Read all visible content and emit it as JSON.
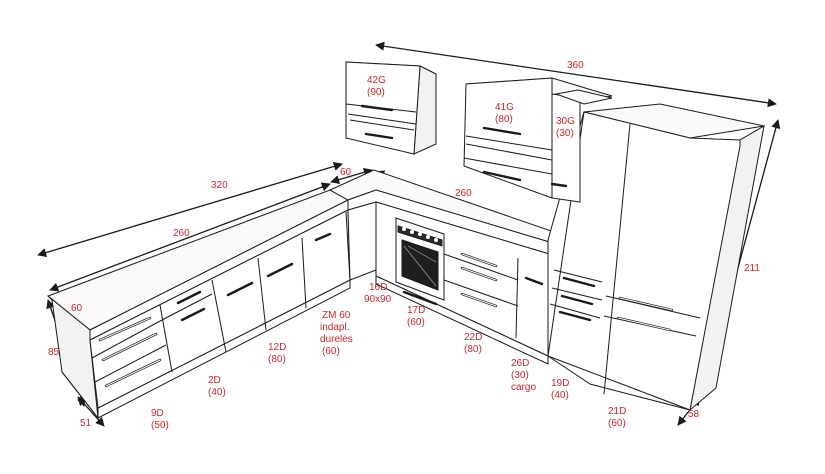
{
  "colors": {
    "label": "#d0262b",
    "outline": "#1a1a1a"
  },
  "dimensions": {
    "d360": "360",
    "d320": "320",
    "d260_left": "260",
    "d60_corner": "60",
    "d260_right": "260",
    "d211": "211",
    "d85": "85",
    "d60_depth": "60",
    "d51": "51",
    "d58": "58"
  },
  "labels": {
    "c42g": {
      "code": "42G",
      "size": "(90)"
    },
    "c41g": {
      "code": "41G",
      "size": "(80)"
    },
    "c30g": {
      "code": "30G",
      "size": "(30)"
    },
    "c16d": {
      "code": "16D",
      "size": "90x90"
    },
    "c17d": {
      "code": "17D",
      "size": "(60)"
    },
    "c22d": {
      "code": "22D",
      "size": "(80)"
    },
    "c26d": {
      "code": "26D",
      "size": "(30)",
      "extra": "cargo"
    },
    "c19d": {
      "code": "19D",
      "size": "(40)"
    },
    "c21d": {
      "code": "21D",
      "size": "(60)"
    },
    "c12d": {
      "code": "12D",
      "size": "(80)"
    },
    "c2d": {
      "code": "2D",
      "size": "(40)"
    },
    "c9d": {
      "code": "9D",
      "size": "(50)"
    },
    "zm60": {
      "code": "ZM 60",
      "line2": "indapl.",
      "line3": "durelės",
      "size": "(60)"
    }
  }
}
